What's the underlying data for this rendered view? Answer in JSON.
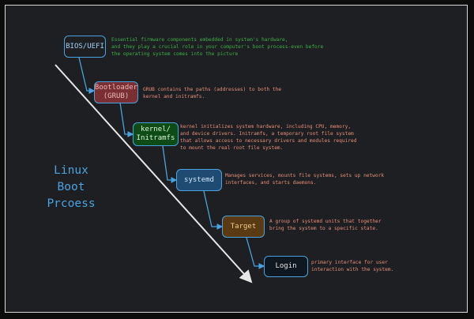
{
  "colors": {
    "background": "#1e1f22",
    "frame_border": "#d9d9d9",
    "connector": "#4aa3e0",
    "arrow": "#e6e6e6",
    "title": "#4aa3e0",
    "desc_green": "#3fae49",
    "desc_salmon": "#e58f7b"
  },
  "title": "Linux\nBoot\nPrcoess",
  "stages": [
    {
      "label": "BIOS/UEFI",
      "desc": "Essential firmware components embedded in system's hardware,\nand they play a crucial role in your computer's boot process-even before\nthe operating system comes into the picture",
      "box_fill": "#1e1f22",
      "text_color": "#9fd0f5",
      "desc_color": "#3fae49"
    },
    {
      "label": "Bootloader\n(GRUB)",
      "desc": "GRUB contains the paths (addresses) to both the\nkernel and initramfs.",
      "box_fill": "#7a2f33",
      "text_color": "#e9b7b7",
      "desc_color": "#e58f7b"
    },
    {
      "label": "kernel/\nInitramfs",
      "desc": "kernel initializes system hardware, including CPU, memory,\nand device drivers. Initramfs, a temporary root file system\nthat allows access to necessary drivers and modules required\nto mount the real root file system.",
      "box_fill": "#0f4b17",
      "text_color": "#d6f3d6",
      "desc_color": "#e58f7b"
    },
    {
      "label": "systemd",
      "desc": "Manages services, mounts file systems, sets up network\ninterfaces, and starts daemons.",
      "box_fill": "#1f4b73",
      "text_color": "#cfe6fa",
      "desc_color": "#e58f7b"
    },
    {
      "label": "Target",
      "desc": "A group of systemd units that together\nbring the system to a specific state.",
      "box_fill": "#5a3a12",
      "text_color": "#f0c98a",
      "desc_color": "#e58f7b"
    },
    {
      "label": "Login",
      "desc": "primary interface for user\ninteraction with the system.",
      "box_fill": "#0f1720",
      "text_color": "#e6e6e6",
      "desc_color": "#e58f7b"
    }
  ]
}
